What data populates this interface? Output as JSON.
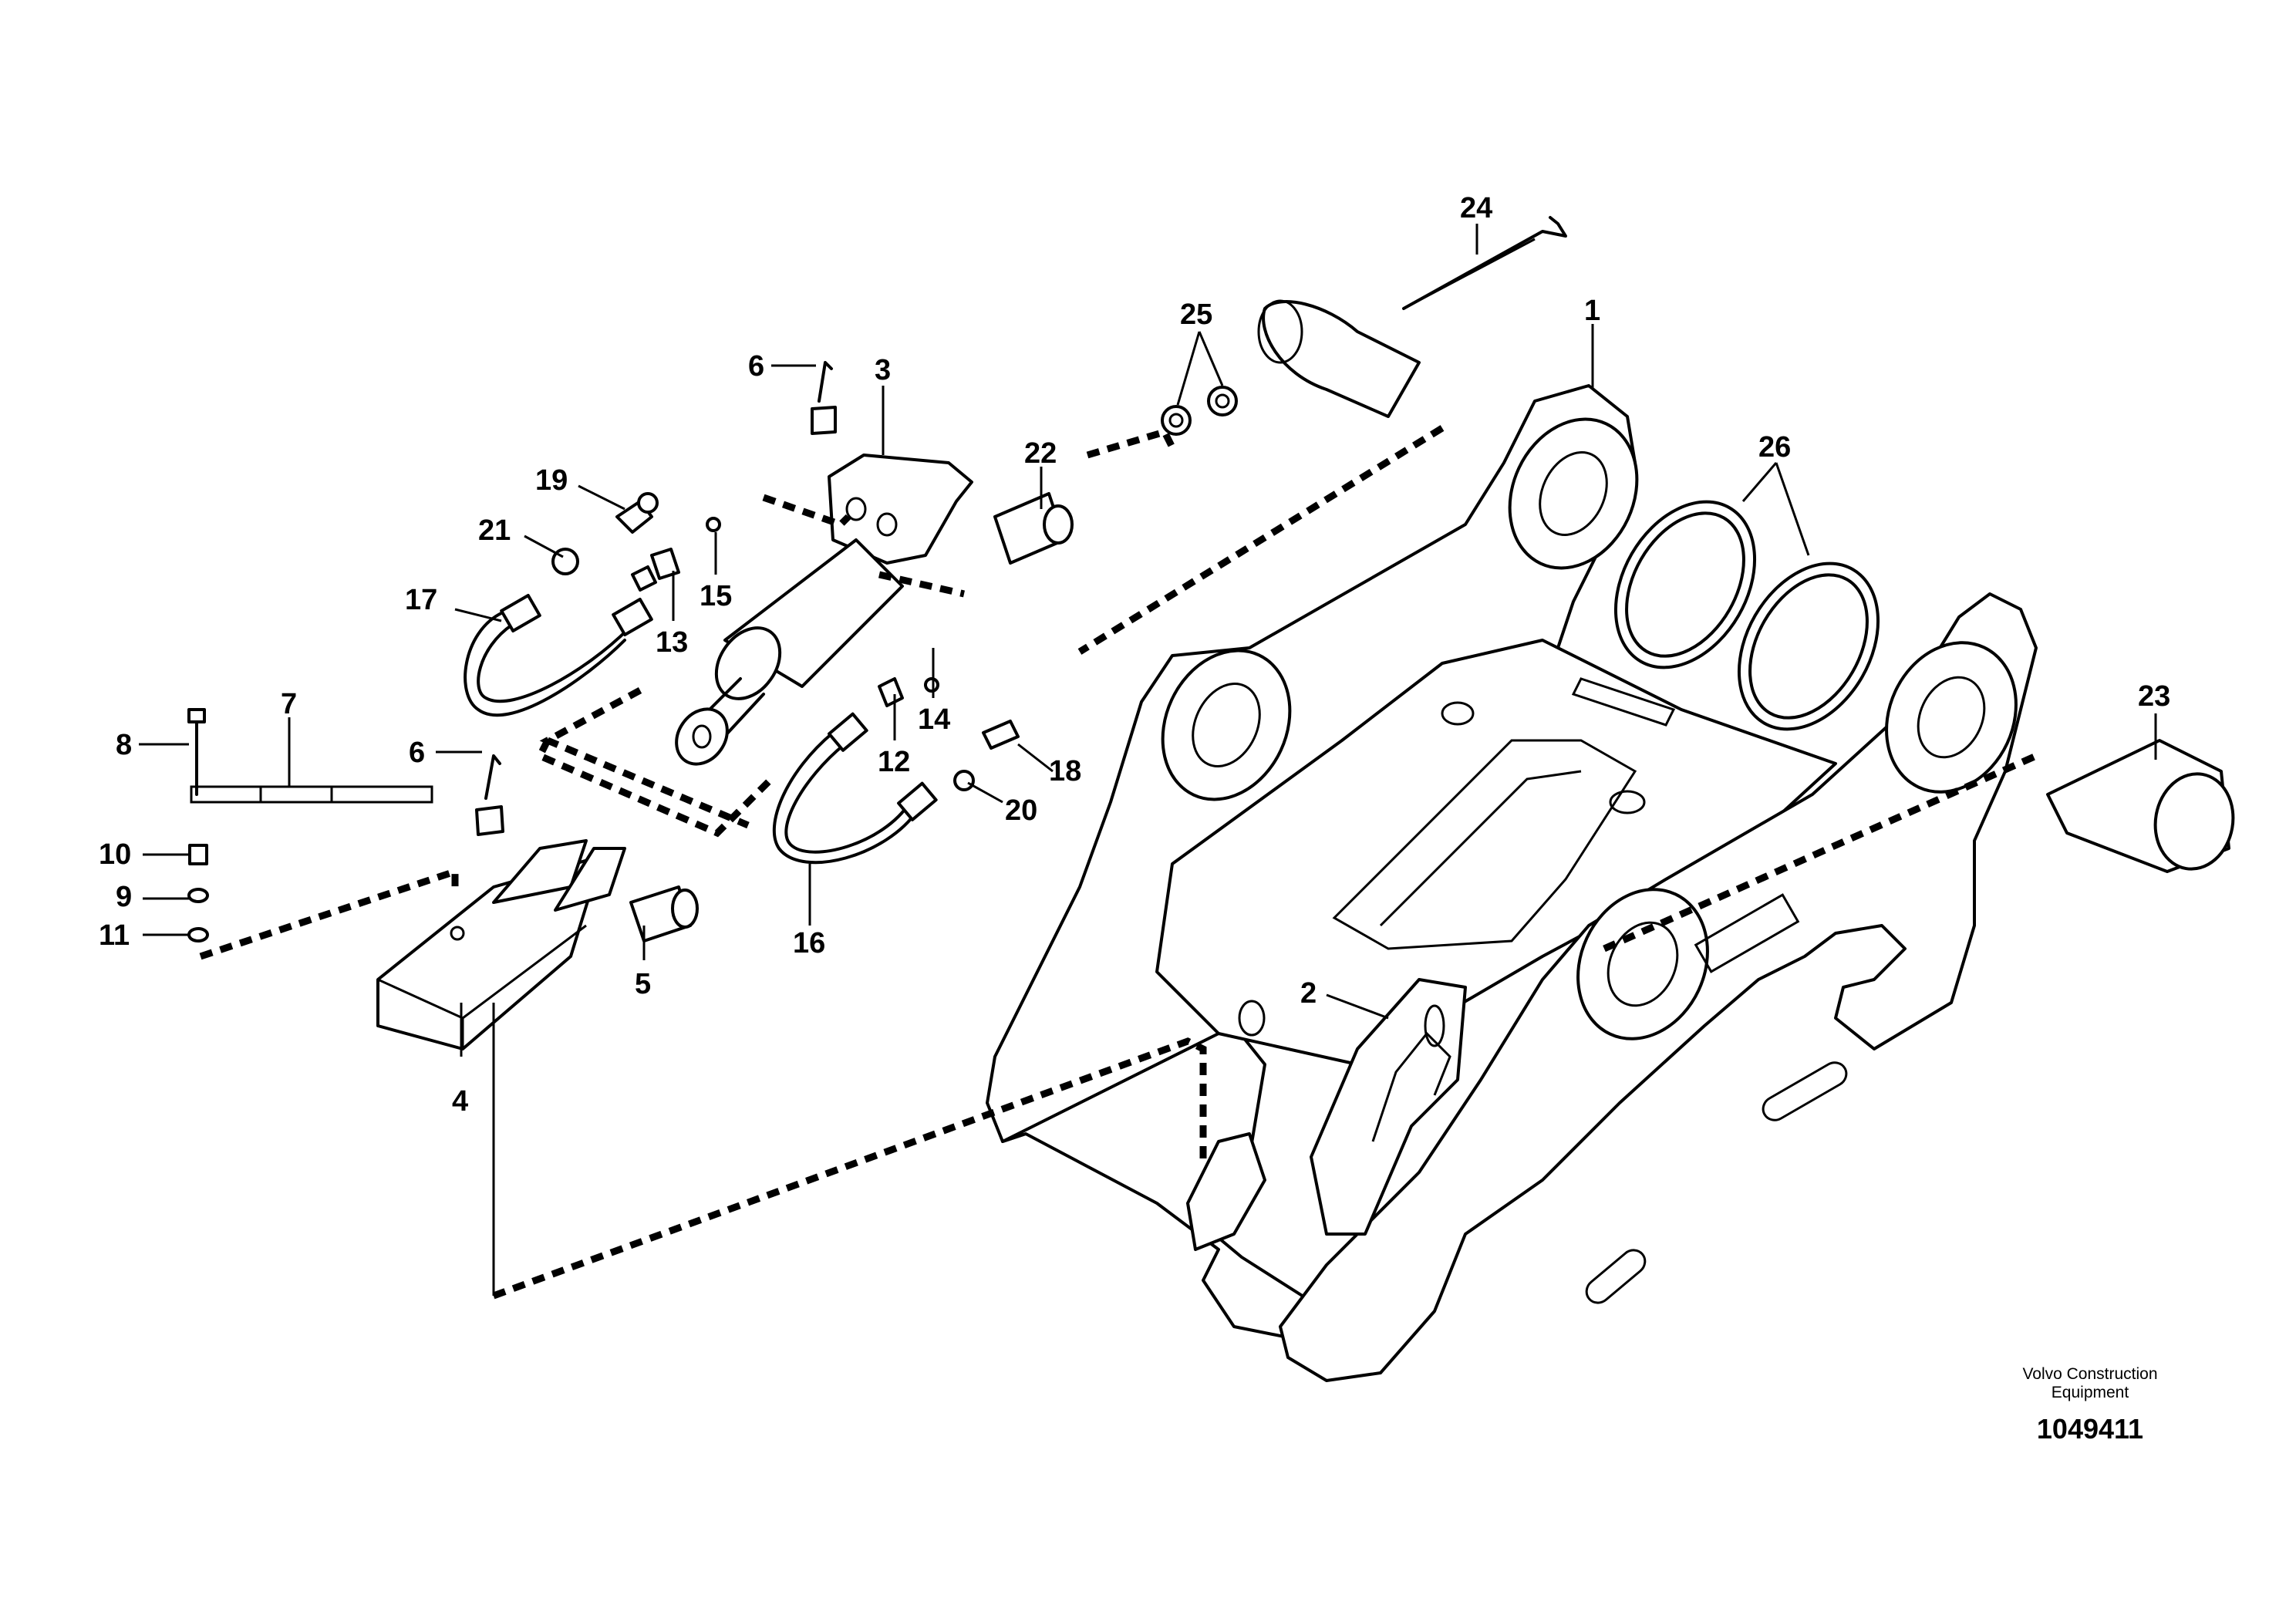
{
  "callouts": {
    "c1": "1",
    "c2": "2",
    "c3": "3",
    "c4": "4",
    "c5": "5",
    "c6a": "6",
    "c6b": "6",
    "c7": "7",
    "c8": "8",
    "c9": "9",
    "c10": "10",
    "c11": "11",
    "c12": "12",
    "c13": "13",
    "c14": "14",
    "c15": "15",
    "c16": "16",
    "c17": "17",
    "c18": "18",
    "c19": "19",
    "c20": "20",
    "c21": "21",
    "c22": "22",
    "c23": "23",
    "c24": "24",
    "c25": "25",
    "c26": "26"
  },
  "credit": {
    "line1": "Volvo Construction",
    "line2": "Equipment",
    "doc_number": "1049411"
  }
}
